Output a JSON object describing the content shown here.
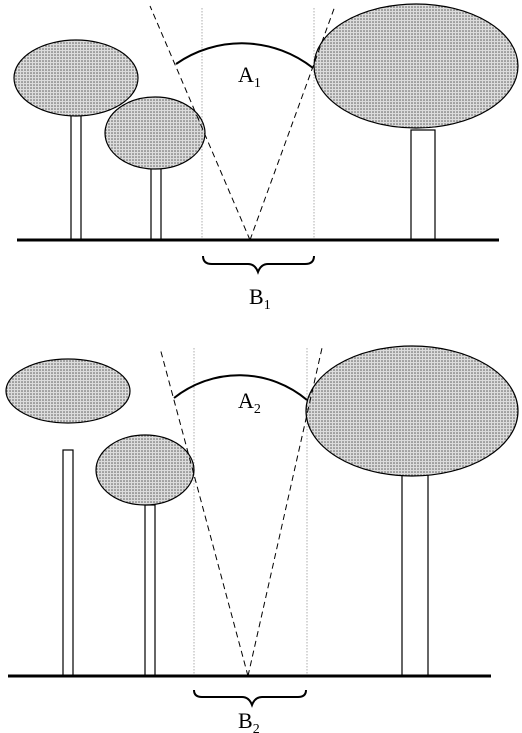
{
  "panels": [
    {
      "angle_label": {
        "letter": "A",
        "subscript": "1"
      },
      "gap_label": {
        "letter": "B",
        "subscript": "1"
      }
    },
    {
      "angle_label": {
        "letter": "A",
        "subscript": "2"
      },
      "gap_label": {
        "letter": "B",
        "subscript": "2"
      }
    }
  ],
  "colors": {
    "line": "#000000",
    "crown_fill": "#d8d8d8",
    "crown_stipple": "#555555",
    "guide_line": "#999999"
  }
}
